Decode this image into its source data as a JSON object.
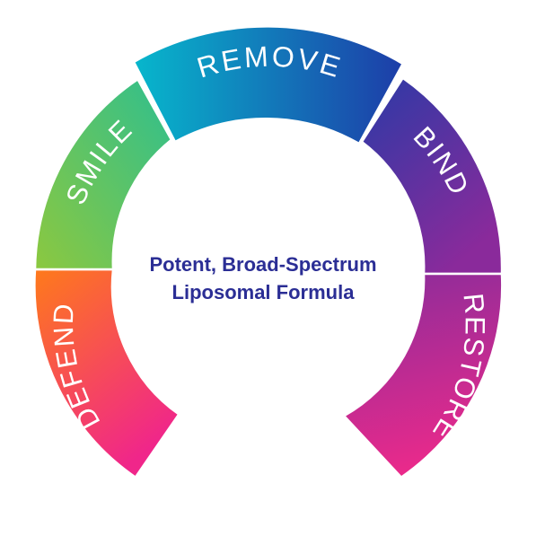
{
  "center": {
    "line1": "Potent, Broad-Spectrum",
    "line2": "Liposomal Formula"
  },
  "segments": [
    {
      "id": "defend",
      "label": "DEFEND",
      "color_start": "#fe7a1b",
      "color_end": "#f0268a"
    },
    {
      "id": "smile",
      "label": "SMILE",
      "color_start": "#8cc83f",
      "color_end": "#2fbf8e"
    },
    {
      "id": "remove",
      "label": "REMOVE",
      "color_start": "#07b7cc",
      "color_end": "#1d3da8"
    },
    {
      "id": "bind",
      "label": "BIND",
      "color_start": "#2b3aa6",
      "color_end": "#8a2a9b"
    },
    {
      "id": "restore",
      "label": "RESTORE",
      "color_start": "#8f2c9a",
      "color_end": "#ee2a8a"
    }
  ],
  "colors": {
    "center_text": "#2b2e95",
    "background": "#ffffff",
    "separator": "#ffffff"
  }
}
